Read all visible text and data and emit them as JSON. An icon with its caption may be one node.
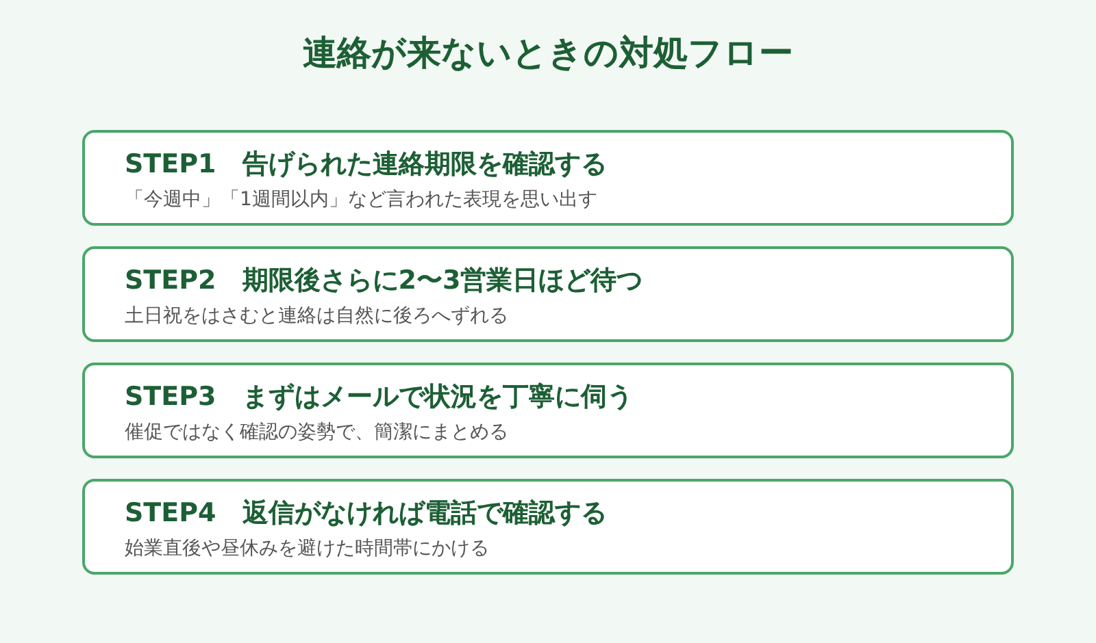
{
  "diagram": {
    "title": "連絡が来ないときの対処フロー",
    "nodes": [
      {
        "text": [
          "STEP1　告げられた連絡期限を確認する",
          "「今週中」「1週間以内」など言われた表現を思い出す"
        ]
      },
      {
        "text": [
          "STEP2　期限後さらに2〜3営業日ほど待つ",
          "土日祝をはさむと連絡は自然に後ろへずれる"
        ]
      },
      {
        "text": [
          "STEP3　まずはメールで状況を丁寧に伺う",
          "催促ではなく確認の姿勢で、簡潔にまとめる"
        ]
      },
      {
        "text": [
          "STEP4　返信がなければ電話で確認する",
          "始業直後や昼休みを避けた時間帯にかける"
        ]
      }
    ]
  }
}
